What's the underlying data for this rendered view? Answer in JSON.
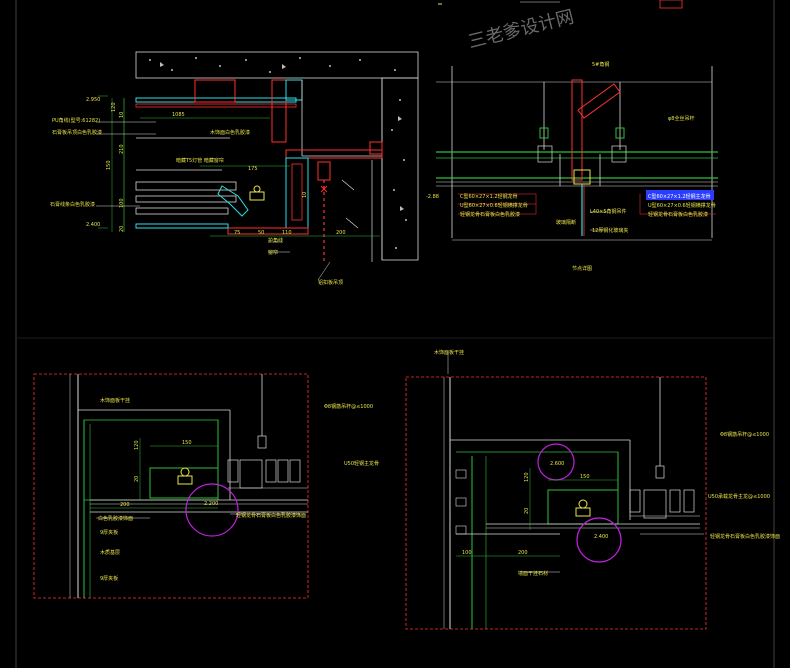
{
  "watermark": "三老爹设计网",
  "colors": {
    "background": "#000000",
    "frame": "#2c2c2c",
    "dim": "#e8e34a",
    "red": "#ff3030",
    "green": "#2fbf3a",
    "cyan": "#29e0e8",
    "white": "#d8d8d8",
    "magenta": "#c020e0",
    "highlight": "#2a3cff"
  },
  "detail_top_left": {
    "elev_top": "2.950",
    "elev_bottom": "2.400",
    "label_pu": "PU角线(型号:61282)",
    "label_left1": "石膏板吊顶白色乳胶漆",
    "label_left2": "石膏线条白色乳胶漆",
    "label_inner": "木饰面白色乳胶漆",
    "label_light": "暗藏T5灯管 暗藏窗帘",
    "label_bottom1": "护角线",
    "label_bottom2": "窗帘",
    "label_bottom3": "铝扣板吊顶",
    "dims": [
      "120",
      "10",
      "1085",
      "210",
      "150",
      "100",
      "20",
      "175",
      "75",
      "50",
      "110",
      "200",
      "10"
    ]
  },
  "detail_top_right": {
    "label_top": "5#角钢",
    "label_right": "φ8全丝吊杆",
    "label_left1": "C型60×27×1.2轻钢龙骨",
    "label_left2": "U型60×27×0.6轻钢横撑龙骨",
    "label_left3": "轻钢龙骨石膏板白色乳胶漆",
    "label_right1": "C型60×27×1.2轻钢主龙骨",
    "label_right2": "U型60×27×0.6轻钢横撑龙骨",
    "label_right3": "轻钢龙骨石膏板白色乳胶漆",
    "label_angle": "L40×5角钢吊件",
    "label_glass": "玻璃隔断",
    "label_clip": "12厚钢化玻璃夹",
    "elev": "-2.88",
    "caption": "节点详图"
  },
  "detail_bottom_left": {
    "label_top": "木饰面板干挂",
    "label_hanger": "Φ8钢筋吊杆@≤1000",
    "label_u50": "U50轻钢主龙骨",
    "label_right": "轻钢龙骨石膏板白色乳胶漆饰面",
    "label_left1": "白色乳胶漆饰面",
    "label_left2": "9厚夹板",
    "label_left3": "木质基层",
    "label_left4": "9厚夹板",
    "elev": "2.200",
    "dims": [
      "120",
      "20",
      "150",
      "200"
    ]
  },
  "detail_bottom_right": {
    "label_top": "木饰面板干挂",
    "label_hanger": "Φ8钢筋吊杆@≤1000",
    "label_u50": "U50承载龙骨主龙@≤1000",
    "label_right": "轻钢龙骨石膏板白色乳胶漆饰面",
    "label_bottom": "墙面干挂石材",
    "elev1": "2.600",
    "elev2": "2.400",
    "dims": [
      "120",
      "20",
      "150",
      "100",
      "200"
    ]
  }
}
